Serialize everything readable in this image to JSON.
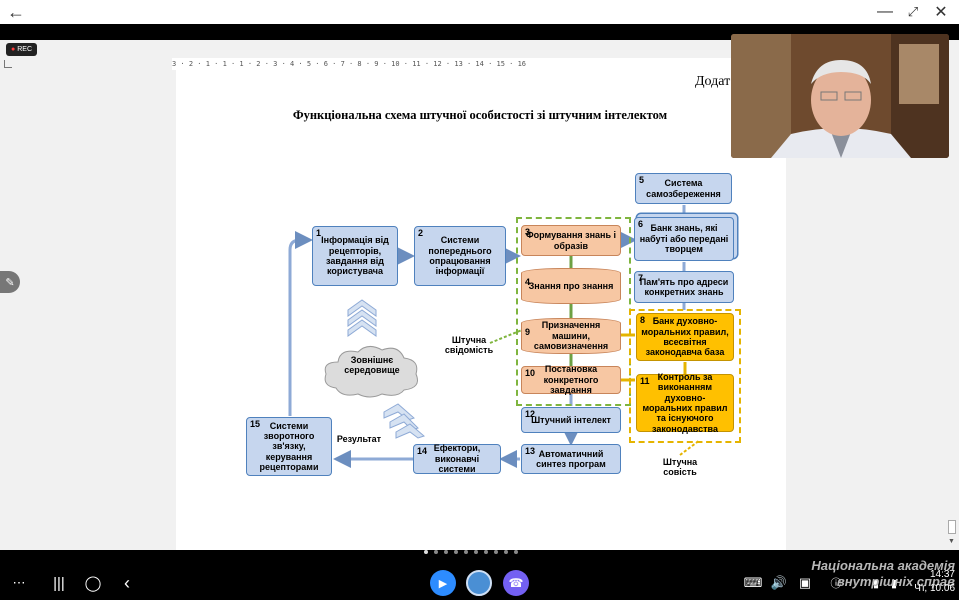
{
  "page": {
    "appendix_label": "Додат",
    "title": "Функціональна схема штучної особистості зі штучним інтелектом"
  },
  "ruler": {
    "ticks": "3 · 2 · 1 · 1 · 1 · 2 · 3 · 4 · 5 · 6 · 7 · 8 · 9 · 10 · 11 · 12 · 13 · 14 · 15 · 16"
  },
  "recording": {
    "label": "REC"
  },
  "diagram": {
    "boxes": [
      {
        "num": "1",
        "text": "Інформація від рецепторів, завдання від користувача"
      },
      {
        "num": "2",
        "text": "Системи попереднього опрацювання інформації"
      },
      {
        "num": "3",
        "text": "Формування знань і образів"
      },
      {
        "num": "4",
        "text": "Знання про знання"
      },
      {
        "num": "5",
        "text": "Система самозбереження"
      },
      {
        "num": "6",
        "text": "Банк знань, які набуті або передані творцем"
      },
      {
        "num": "7",
        "text": "Пам'ять про адреси конкретних знань"
      },
      {
        "num": "8",
        "text": "Банк духовно-моральних правил, всесвітня законодавча база"
      },
      {
        "num": "9",
        "text": "Призначення машини, самовизначення"
      },
      {
        "num": "10",
        "text": "Постановка конкретного завдання"
      },
      {
        "num": "11",
        "text": "Контроль за виконанням духовно-моральних правил та існуючого законодавства"
      },
      {
        "num": "12",
        "text": "Штучний інтелект"
      },
      {
        "num": "13",
        "text": "Автоматичний синтез програм"
      },
      {
        "num": "14",
        "text": "Ефектори, виконавчі системи"
      },
      {
        "num": "15",
        "text": "Системи зворотного зв'язку, керування рецепторами"
      }
    ],
    "labels": {
      "consciousness": "Штучна свідомість",
      "conscience": "Штучна совість",
      "environment": "Зовнішнє середовище",
      "result": "Результат"
    }
  },
  "taskbar": {
    "watermark_line1": "Національна академія",
    "watermark_line2": "внутрішніх справ",
    "time": "14:37",
    "date": "Чт, 10.06"
  },
  "colors": {
    "box_blue": "#c6d6ee",
    "box_orange": "#f7c7a3",
    "box_gold": "#ffc000",
    "arrow": "#6c8ebf",
    "green_dash": "#7fb53e"
  },
  "icons": [
    "back-arrow-icon",
    "minimize-icon",
    "restore-icon",
    "close-icon",
    "pen-icon",
    "apps-grid-icon",
    "recent-apps-icon",
    "home-icon",
    "back-nav-icon",
    "zoom-app-icon",
    "browser-app-icon",
    "viber-app-icon",
    "keyboard-icon",
    "volume-icon",
    "screenshot-icon",
    "info-icon",
    "signal-icon",
    "battery-icon"
  ]
}
